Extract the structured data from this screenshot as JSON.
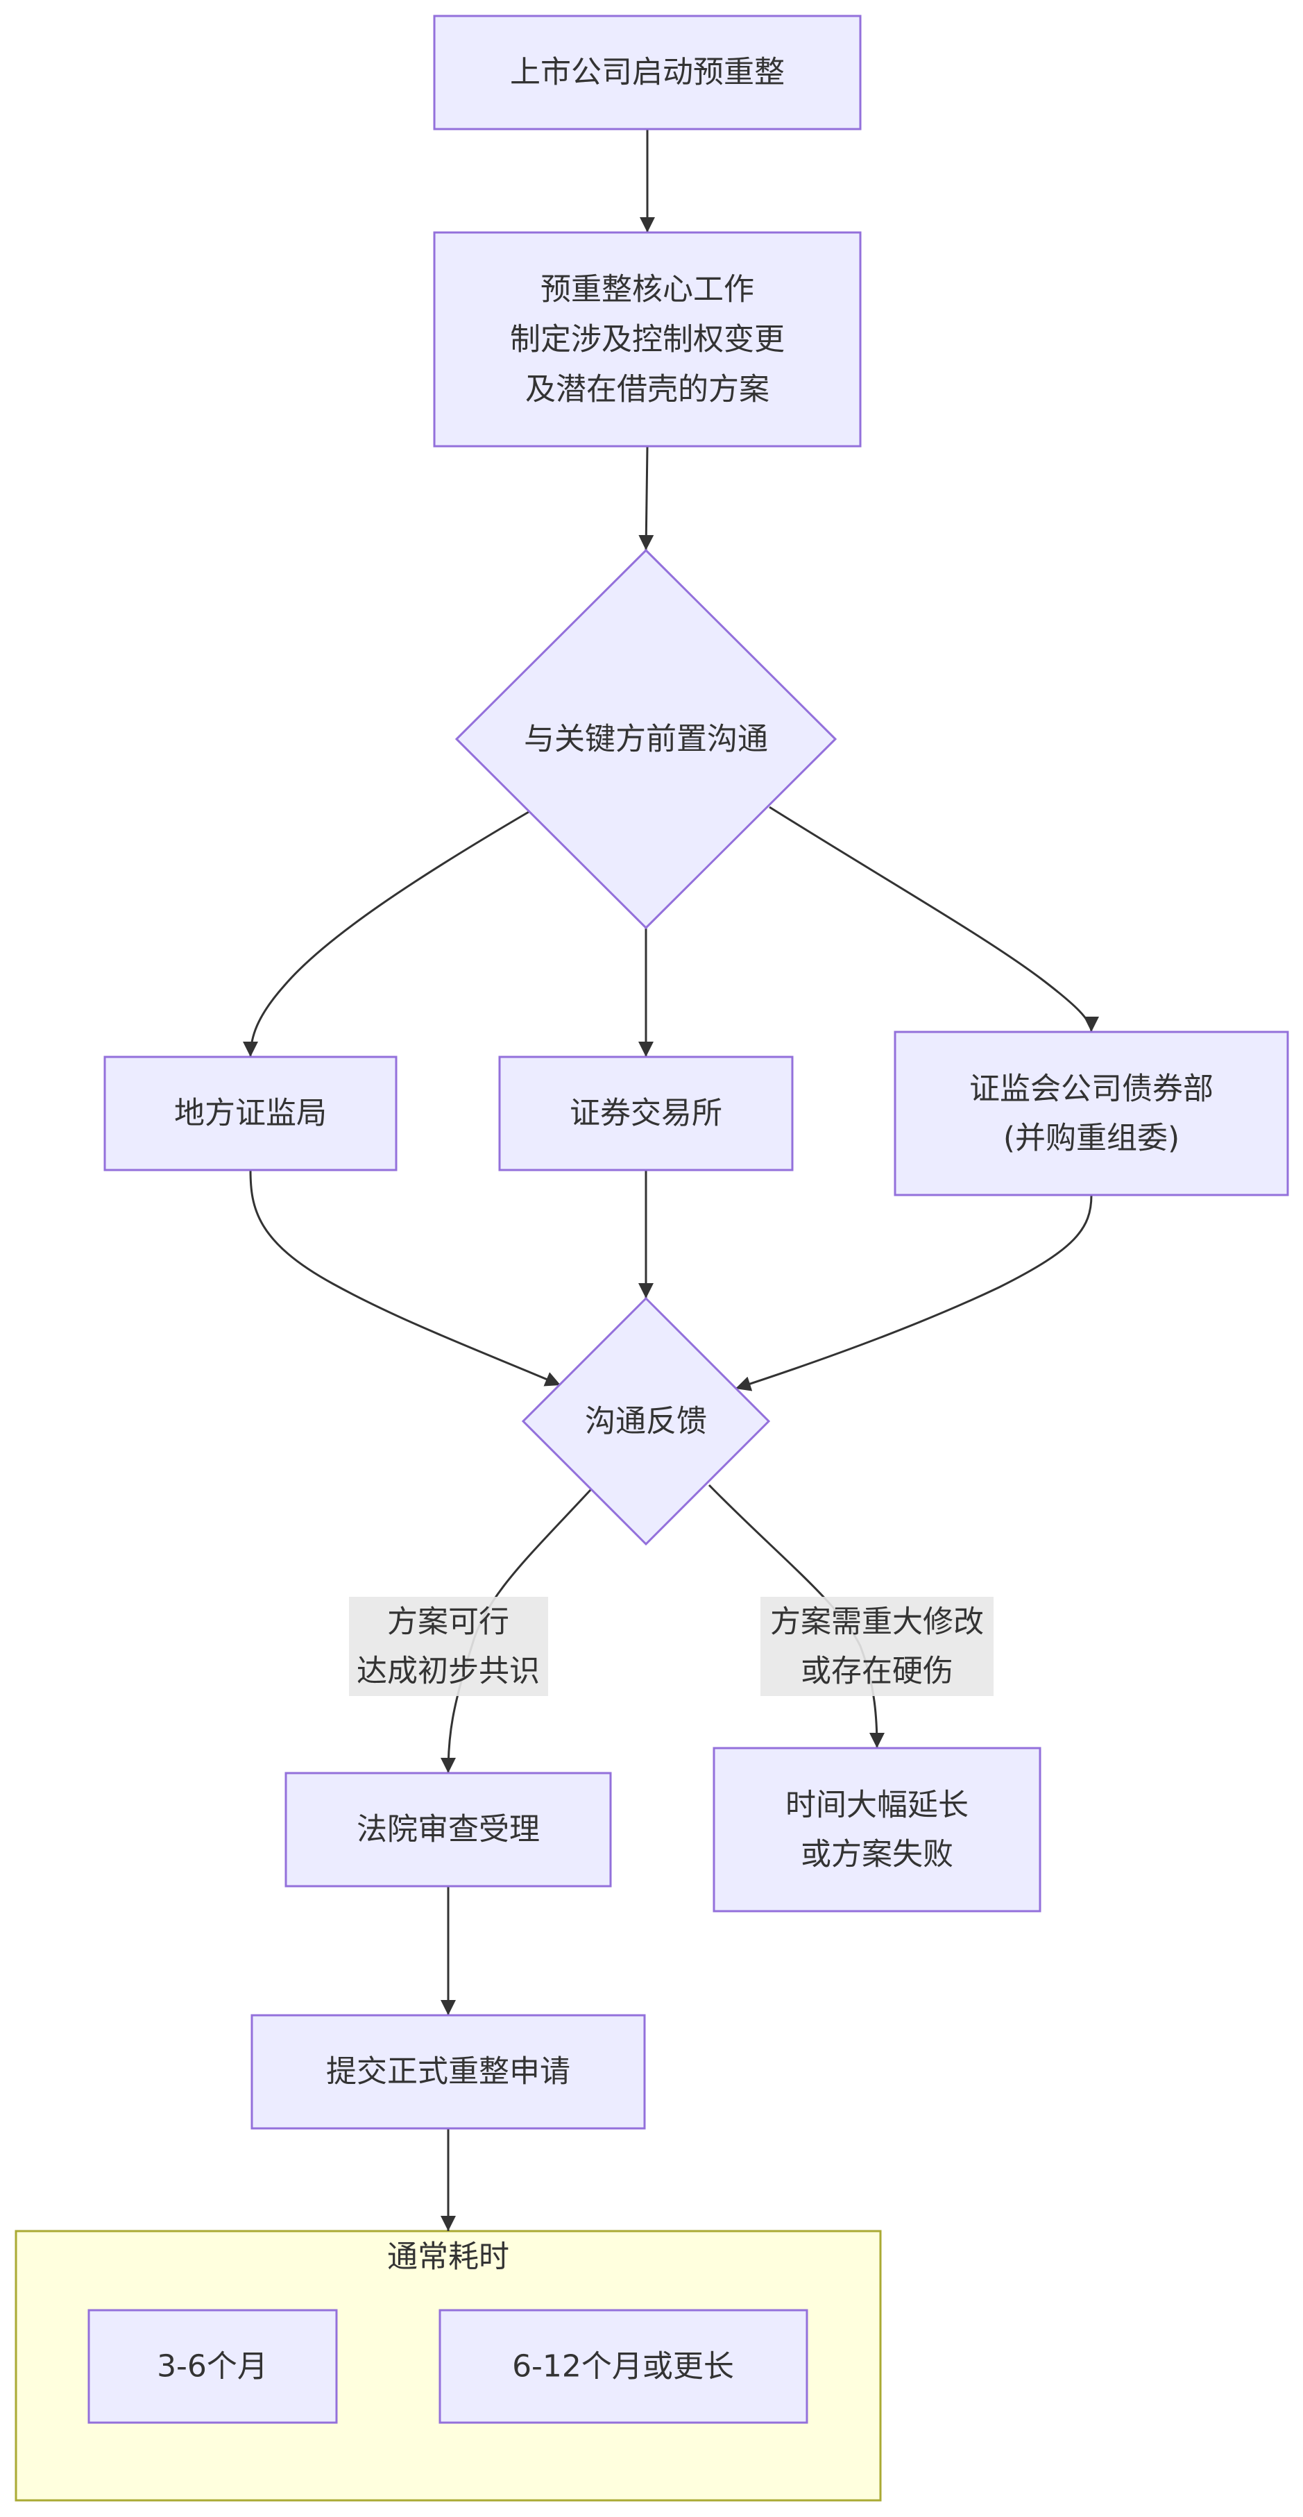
{
  "diagram": {
    "type": "flowchart",
    "direction": "top-down",
    "colors": {
      "node_fill": "#ECECFF",
      "node_stroke": "#9370DB",
      "cluster_fill": "#ffffde",
      "cluster_stroke": "#aaaa33",
      "edge": "#333333",
      "edge_label_bg": "#e8e8e8",
      "text": "#333333"
    },
    "nodes": {
      "start": {
        "shape": "rect",
        "lines": [
          "上市公司启动预重整"
        ]
      },
      "core_work": {
        "shape": "rect",
        "lines": [
          "预重整核心工作",
          "制定涉及控制权变更",
          "及潜在借壳的方案"
        ]
      },
      "pre_communication": {
        "shape": "diamond",
        "lines": [
          "与关键方前置沟通"
        ]
      },
      "local_csrc": {
        "shape": "rect",
        "lines": [
          "地方证监局"
        ]
      },
      "stock_exchange": {
        "shape": "rect",
        "lines": [
          "证券交易所"
        ]
      },
      "csrc_bond_dept": {
        "shape": "rect",
        "lines": [
          "证监会公司债券部",
          "(并购重组委)"
        ]
      },
      "feedback": {
        "shape": "diamond",
        "lines": [
          "沟通反馈"
        ]
      },
      "court_review": {
        "shape": "rect",
        "lines": [
          "法院审查受理"
        ]
      },
      "delay_or_fail": {
        "shape": "rect",
        "lines": [
          "时间大幅延长",
          "或方案失败"
        ]
      },
      "submit_application": {
        "shape": "rect",
        "lines": [
          "提交正式重整申请"
        ]
      },
      "short_time": {
        "shape": "rect",
        "lines": [
          "3-6个月"
        ]
      },
      "long_time": {
        "shape": "rect",
        "lines": [
          "6-12个月或更长"
        ]
      }
    },
    "cluster": {
      "title": "通常耗时",
      "members": [
        "short_time",
        "long_time"
      ]
    },
    "edges": [
      {
        "from": "start",
        "to": "core_work",
        "label": []
      },
      {
        "from": "core_work",
        "to": "pre_communication",
        "label": []
      },
      {
        "from": "pre_communication",
        "to": "local_csrc",
        "label": []
      },
      {
        "from": "pre_communication",
        "to": "stock_exchange",
        "label": []
      },
      {
        "from": "pre_communication",
        "to": "csrc_bond_dept",
        "label": []
      },
      {
        "from": "local_csrc",
        "to": "feedback",
        "label": []
      },
      {
        "from": "stock_exchange",
        "to": "feedback",
        "label": []
      },
      {
        "from": "csrc_bond_dept",
        "to": "feedback",
        "label": []
      },
      {
        "from": "feedback",
        "to": "court_review",
        "label": [
          "方案可行",
          "达成初步共识"
        ]
      },
      {
        "from": "feedback",
        "to": "delay_or_fail",
        "label": [
          "方案需重大修改",
          "或存在硬伤"
        ]
      },
      {
        "from": "court_review",
        "to": "submit_application",
        "label": []
      },
      {
        "from": "submit_application",
        "to": "cluster",
        "label": []
      }
    ]
  }
}
